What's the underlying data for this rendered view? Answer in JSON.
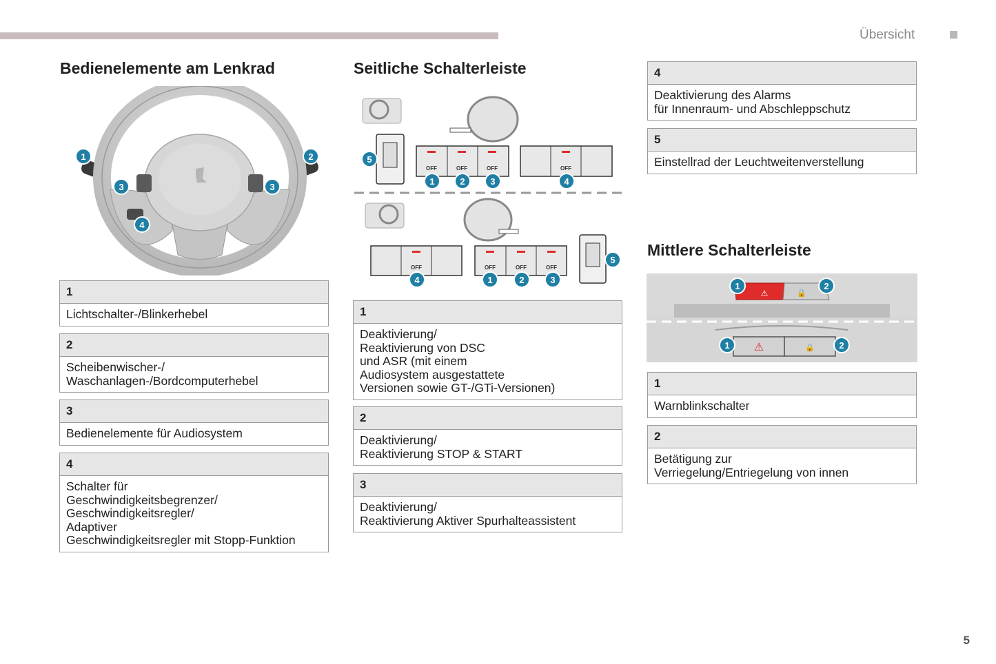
{
  "header": {
    "section": "Übersicht",
    "page_number": "5"
  },
  "colors": {
    "badge": "#1f7fa5",
    "hazard": "#e02b2b",
    "bar": "#c8bcbf"
  },
  "steering": {
    "title": "Bedienelemente am Lenkrad",
    "callouts": [
      "1",
      "2",
      "3",
      "3",
      "4"
    ],
    "items": [
      {
        "num": "1",
        "text": "Lichtschalter-/Blinkerhebel"
      },
      {
        "num": "2",
        "text": "Scheibenwischer-/\nWaschanlagen-/Bordcomputerhebel"
      },
      {
        "num": "3",
        "text": "Bedienelemente für Audiosystem"
      },
      {
        "num": "4",
        "text": "Schalter für\nGeschwindigkeitsbegrenzer/\nGeschwindigkeitsregler/\nAdaptiver\nGeschwindigkeitsregler mit Stopp-Funktion"
      }
    ]
  },
  "side": {
    "title": "Seitliche Schalterleiste",
    "off_label": "OFF",
    "callouts": [
      "1",
      "2",
      "3",
      "4",
      "5"
    ],
    "items": [
      {
        "num": "1",
        "text": "Deaktivierung/\nReaktivierung von DSC\nund ASR (mit einem\nAudiosystem ausgestattete\nVersionen sowie GT-/GTi-Versionen)"
      },
      {
        "num": "2",
        "text": "Deaktivierung/\nReaktivierung STOP & START"
      },
      {
        "num": "3",
        "text": "Deaktivierung/\nReaktivierung Aktiver Spurhalteassistent"
      },
      {
        "num": "4",
        "text": "Deaktivierung des Alarms\nfür Innenraum- und Abschleppschutz"
      },
      {
        "num": "5",
        "text": "Einstellrad der Leuchtweitenverstellung"
      }
    ]
  },
  "center": {
    "title": "Mittlere Schalterleiste",
    "callouts": [
      "1",
      "2"
    ],
    "items": [
      {
        "num": "1",
        "text": "Warnblinkschalter"
      },
      {
        "num": "2",
        "text": "Betätigung zur\nVerriegelung/Entriegelung von innen"
      }
    ]
  }
}
